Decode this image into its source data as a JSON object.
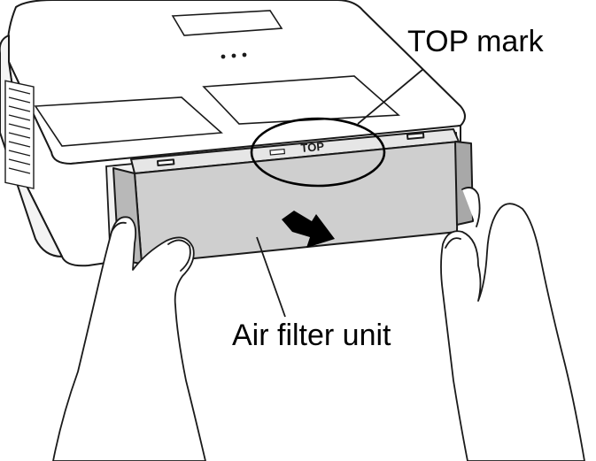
{
  "callouts": {
    "top_mark": "TOP mark",
    "air_filter_unit": "Air filter unit"
  },
  "stamp": {
    "top_text": "TOP"
  },
  "colors": {
    "line": "#1a1a1a",
    "filter_face": "#cfcfcf",
    "filter_side": "#b8b8b8",
    "body_shadow": "#f2f2f2",
    "arrow": "#000000"
  },
  "icons": {
    "pull_direction": "arrow-down-right-icon"
  }
}
